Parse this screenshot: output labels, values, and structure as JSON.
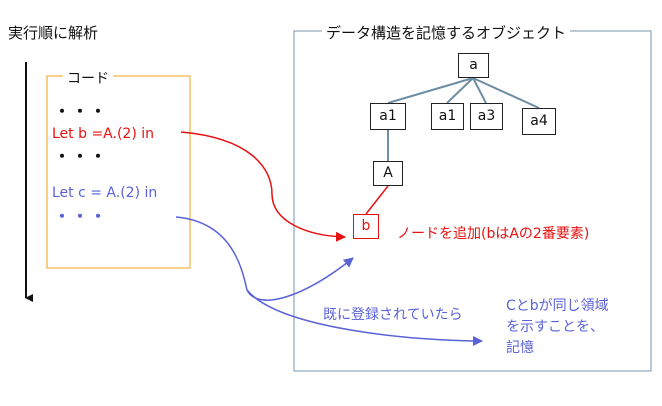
{
  "execution_order_label": "実行順に解析",
  "code_box": {
    "title": "コード",
    "dots": "・・・",
    "line1": "Let b =A.(2) in",
    "line2": "Let c = A.(2) in"
  },
  "object_box": {
    "title": "データ構造を記憶するオブジェクト",
    "nodes": {
      "a": "a",
      "a1_left": "a1",
      "a1_mid": "a1",
      "a3": "a3",
      "a4": "a4",
      "A": "A",
      "b": "b"
    }
  },
  "notes": {
    "red": "ノードを追加(bはAの2番要素)",
    "blue": "既に登録されていたら",
    "blue_result": "Cとbが同じ領域を示すことを、記憶"
  },
  "colors": {
    "code_border": "#f2b13a",
    "object_border": "#8ea6b8",
    "tree_edge": "#6d8ea3",
    "red": "#e81010",
    "blue": "#5a62d8"
  }
}
